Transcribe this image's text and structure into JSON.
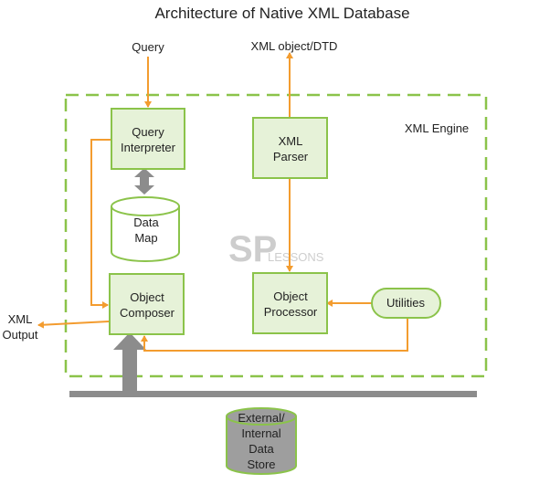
{
  "title": "Architecture of Native XML Database",
  "engine_label": "XML Engine",
  "inputs": {
    "query": "Query",
    "xml_object_dtd": "XML object/DTD",
    "xml_output_line1": "XML",
    "xml_output_line2": "Output"
  },
  "nodes": {
    "query_interpreter": [
      "Query",
      "Interpreter"
    ],
    "data_map": [
      "Data",
      "Map"
    ],
    "object_composer": [
      "Object",
      "Composer"
    ],
    "xml_parser": [
      "XML",
      "Parser"
    ],
    "object_processor": [
      "Object",
      "Processor"
    ],
    "utilities": [
      "Utilities"
    ],
    "external_store": [
      "External/",
      "Internal",
      "Data",
      "Store"
    ]
  },
  "watermark": {
    "mark": "SP",
    "text": "LESSONS"
  },
  "colors": {
    "box_fill": "#e6f2d8",
    "box_stroke": "#8bc34a",
    "arrow": "#f39c2f",
    "engine_dash": "#8bc34a",
    "bus": "#8c8c8c",
    "cylinder_fill": "#9e9e9e"
  }
}
